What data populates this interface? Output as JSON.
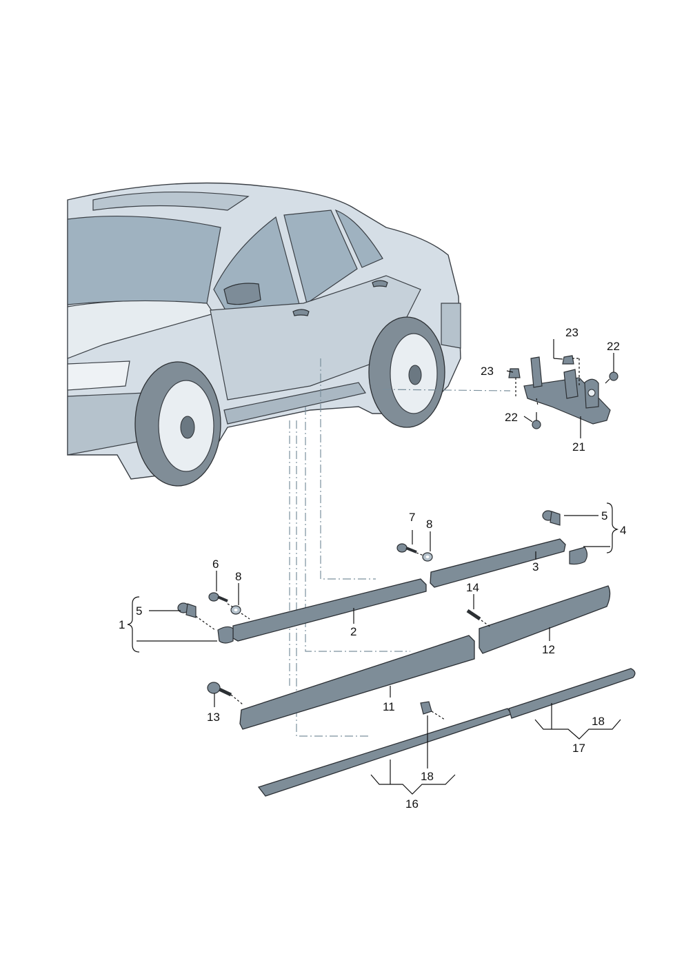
{
  "callouts": {
    "c1": "1",
    "c2": "2",
    "c3": "3",
    "c4": "4",
    "c5a": "5",
    "c5b": "5",
    "c6": "6",
    "c7": "7",
    "c8a": "8",
    "c8b": "8",
    "c11": "11",
    "c12": "12",
    "c13": "13",
    "c14": "14",
    "c16": "16",
    "c17": "17",
    "c18a": "18",
    "c18b": "18",
    "c21": "21",
    "c22a": "22",
    "c22b": "22",
    "c23a": "23",
    "c23b": "23"
  }
}
